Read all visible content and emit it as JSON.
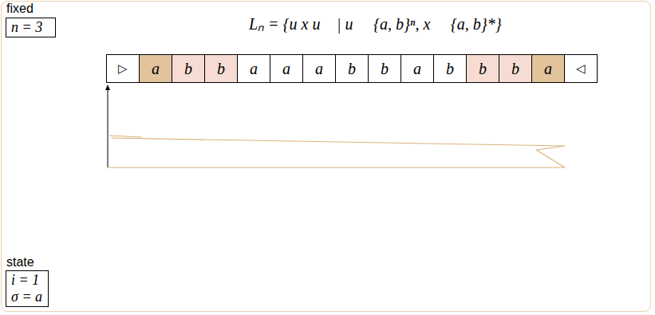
{
  "diagram": {
    "title": "Lₙ = {u x u⃖ | u ∈ {a, b}ⁿ, x ∈ {a, b}*}",
    "nodes": [
      {
        "text": [
          "fixed",
          "n = 3"
        ]
      },
      {
        "text": [
          "▷"
        ]
      },
      {
        "text": [
          "a"
        ]
      },
      {
        "text": [
          "b"
        ]
      },
      {
        "text": [
          "b"
        ]
      },
      {
        "text": [
          "a"
        ]
      },
      {
        "text": [
          "a"
        ]
      },
      {
        "text": [
          "a"
        ]
      },
      {
        "text": [
          "b"
        ]
      },
      {
        "text": [
          "b"
        ]
      },
      {
        "text": [
          "a"
        ]
      },
      {
        "text": [
          "b"
        ]
      },
      {
        "text": [
          "b"
        ]
      },
      {
        "text": [
          "b"
        ]
      },
      {
        "text": [
          "a"
        ]
      },
      {
        "text": [
          "◁"
        ]
      },
      {
        "text": [
          "state",
          "i = 1",
          "σ = a"
        ]
      }
    ]
  }
}
